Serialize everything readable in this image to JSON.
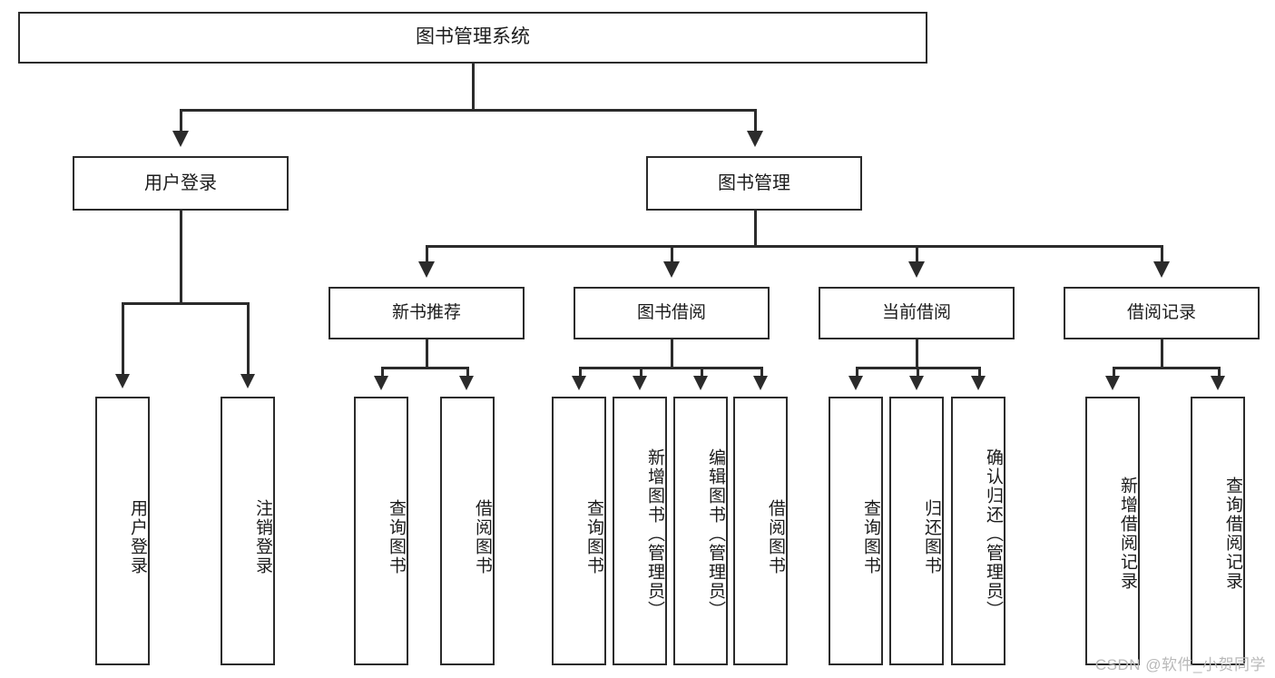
{
  "diagram": {
    "title": "图书管理系统",
    "root": {
      "label": "图书管理系统"
    },
    "level1": [
      {
        "label": "用户登录"
      },
      {
        "label": "图书管理"
      }
    ],
    "level2": [
      {
        "label": "新书推荐"
      },
      {
        "label": "图书借阅"
      },
      {
        "label": "当前借阅"
      },
      {
        "label": "借阅记录"
      }
    ],
    "leaves": {
      "user_login": [
        {
          "label": "用户登录"
        },
        {
          "label": "注销登录"
        }
      ],
      "new_book_recommend": [
        {
          "label": "查询图书"
        },
        {
          "label": "借阅图书"
        }
      ],
      "book_borrow": [
        {
          "label": "查询图书"
        },
        {
          "label": "新增图书（管理员）"
        },
        {
          "label": "编辑图书（管理员）"
        },
        {
          "label": "借阅图书"
        }
      ],
      "current_borrow": [
        {
          "label": "查询图书"
        },
        {
          "label": "归还图书"
        },
        {
          "label": "确认归还（管理员）"
        }
      ],
      "borrow_record": [
        {
          "label": "新增借阅记录"
        },
        {
          "label": "查询借阅记录"
        }
      ]
    }
  },
  "watermark": {
    "text": "CSDN @软件_小贺同学"
  },
  "colors": {
    "stroke": "#2b2b2b",
    "fill": "#ffffff",
    "text": "#1b1b1b",
    "watermark": "#b9b9b9"
  }
}
